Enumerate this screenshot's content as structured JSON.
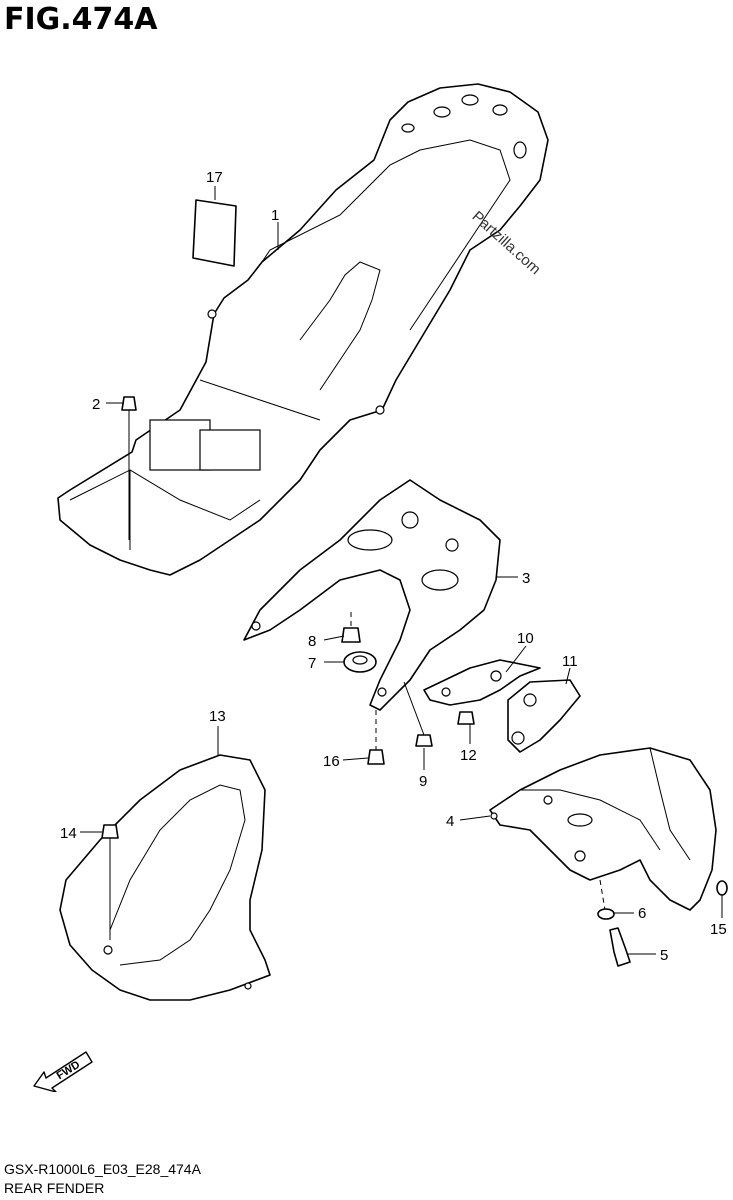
{
  "figure_title": "FIG.474A",
  "model_code": "GSX-R1000L6_E03_E28_474A",
  "caption": "REAR FENDER",
  "watermark": "Partzilla.com",
  "fwd_label": "FWD",
  "callouts": {
    "p1": "1",
    "p2": "2",
    "p3": "3",
    "p4": "4",
    "p5": "5",
    "p6": "6",
    "p7": "7",
    "p8": "8",
    "p9": "9",
    "p10": "10",
    "p11": "11",
    "p12": "12",
    "p13": "13",
    "p14": "14",
    "p15": "15",
    "p16": "16",
    "p17": "17"
  }
}
